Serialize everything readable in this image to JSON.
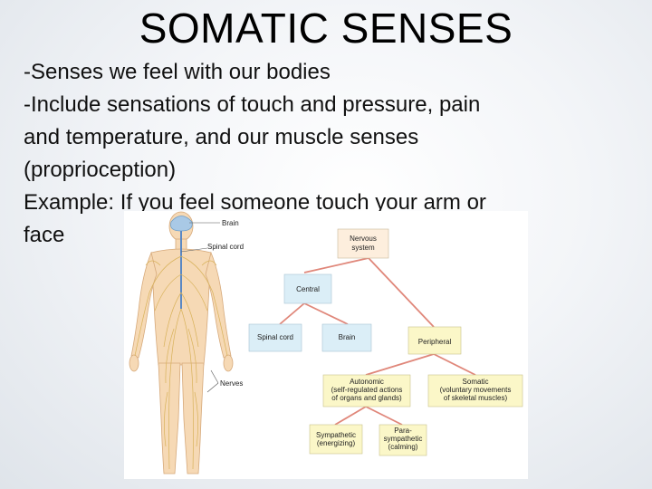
{
  "slide": {
    "title": "SOMATIC SENSES",
    "lines": [
      "-Senses we feel with our bodies",
      "-Include sensations of touch and pressure, pain",
      "and temperature, and our muscle senses",
      "(proprioception)",
      "Example: If you feel someone touch your arm or",
      "face"
    ]
  },
  "figure": {
    "body_labels": {
      "brain": "Brain",
      "spinal_cord": "Spinal cord",
      "nerves": "Nerves"
    },
    "diagram": {
      "nervous_system": [
        "Nervous",
        "system"
      ],
      "central": "Central",
      "spinal_cord": "Spinal cord",
      "brain": "Brain",
      "peripheral": "Peripheral",
      "autonomic": [
        "Autonomic",
        "(self-regulated actions",
        "of organs and glands)"
      ],
      "somatic": [
        "Somatic",
        "(voluntary movements",
        "of skeletal muscles)"
      ],
      "sympathetic": [
        "Sympathetic",
        "(energizing)"
      ],
      "parasympathetic": [
        "Para-",
        "sympathetic",
        "(calming)"
      ]
    },
    "colors": {
      "blue_box": "#dbeef7",
      "yellow_box": "#fbf7c8",
      "peach_box": "#fdeedd",
      "connector": "#e0877a",
      "body_skin": "#f6d9b5",
      "nerve": "#d8b25a"
    }
  }
}
